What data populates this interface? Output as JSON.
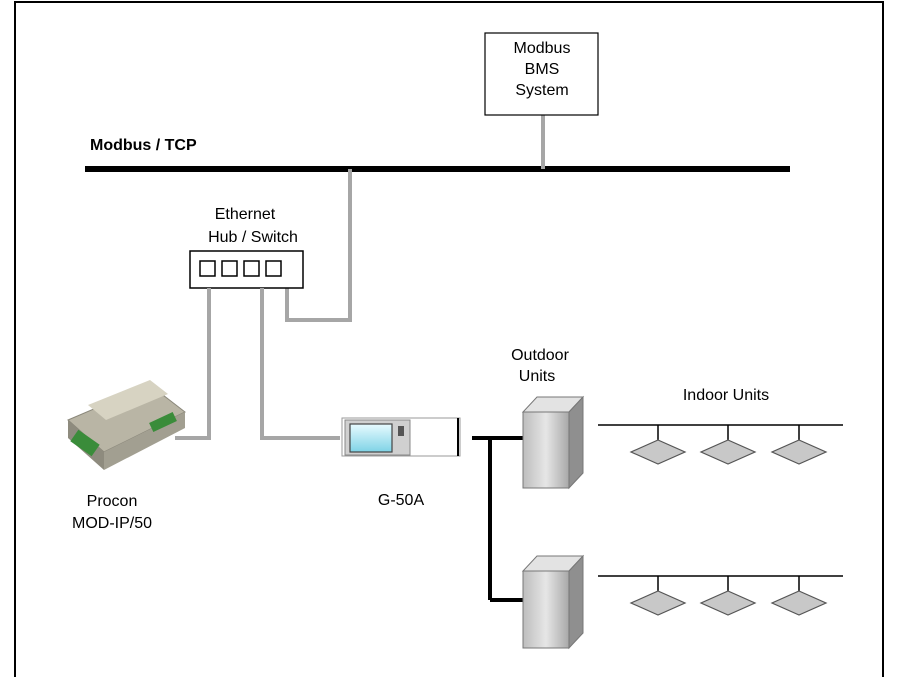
{
  "bus_label": "Modbus / TCP",
  "bms": {
    "line1": "Modbus",
    "line2": "BMS",
    "line3": "System"
  },
  "hub": {
    "line1": "Ethernet",
    "line2": "Hub / Switch"
  },
  "procon": {
    "line1": "Procon",
    "line2": "MOD-IP/50"
  },
  "g50a": {
    "label": "G-50A"
  },
  "outdoor": {
    "line1": "Outdoor",
    "line2": "Units"
  },
  "indoor": {
    "label": "Indoor Units"
  },
  "colors": {
    "line_gray": "#a6a6a6",
    "bus_black": "#000000",
    "unit_gray": "#c8c8c8"
  }
}
